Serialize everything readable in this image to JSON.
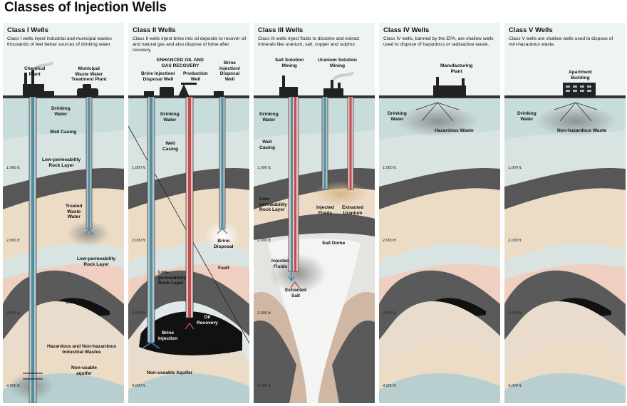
{
  "title": "Classes of Injection Wells",
  "depths": [
    "1,000 ft.",
    "2,000 ft.",
    "3,000 ft.",
    "4,000 ft."
  ],
  "panels": [
    {
      "title": "Class I Wells",
      "desc": "Class I wells inject industrial and municipal wastes thousands of feet below sources of drinking water.",
      "labels": {
        "chemical_plant": "Chemical\nPlant",
        "treatment_plant": "Municipal\nWaste Water\nTreatment Plant",
        "drinking_water": "Drinking\nWater",
        "well_casing": "Well Casing",
        "low_perm": "Low-permeability\nRock Layer",
        "treated_waste": "Treated\nWaste\nWater",
        "low_perm2": "Low-permeability\nRock Layer",
        "oil_deposit": "Oil Deposit",
        "hazardous": "Hazardous and Non-hazardous\nIndustrial Wastes",
        "non_usable": "Non-usable\naquifer"
      }
    },
    {
      "title": "Class II Wells",
      "desc": "Class II wells inject brine into oil deposits to recover oil and natural gas and also dispose of brine after recovery.",
      "labels": {
        "enhanced": "ENHANCED OIL AND\nGAS RECOVERY",
        "brine_inj_disp": "Brine Injection/\nDisposal Well",
        "production": "Production\nWell",
        "brine_inj_disp2": "Brine\nInjection/\nDisposal\nWell",
        "drinking_water": "Drinking\nWater",
        "well_casing": "Well\nCasing",
        "brine_disposal": "Brine\nDisposal",
        "fault": "Fault",
        "low_perm": "Low-\npermeability\nRock Layer",
        "oil_recovery": "Oil\nRecovery",
        "brine_injection": "Brine\nInjection",
        "oil_deposit": "Oil Deposit",
        "non_useable": "Non-useable Aquifer"
      }
    },
    {
      "title": "Class III Wells",
      "desc": "Class III wells inject fluids to dissolve and extract minerals like uranium, salt, copper and sulphur.",
      "labels": {
        "salt_mining": "Salt Solution\nMining",
        "uranium_mining": "Uranium Solution\nMining",
        "drinking_water": "Drinking\nWater",
        "well_casing": "Well\nCasing",
        "injected_fluids_u": "Injected\nFluids",
        "extracted_uranium": "Extracted\nUranium",
        "low_perm": "Low-\npermeability\nRock Layer",
        "salt_dome": "Salt Dome",
        "injected_fluids": "Injected\nFluids",
        "extracted_salt": "Extracted\nSalt"
      }
    },
    {
      "title": "Class IV Wells",
      "desc": "Class IV wells, banned by the EPA, are shallow wells used to dispose of hazardous or radioactive waste.",
      "labels": {
        "plant": "Manufacturing\nPlant",
        "drinking_water": "Drinking\nWater",
        "waste": "Hazardous Waste"
      }
    },
    {
      "title": "Class V Wells",
      "desc": "Class V wells are shallow wells used to dispose of non-hazardous waste.",
      "labels": {
        "building": "Apartment\nBuilding",
        "drinking_water": "Drinking\nWater",
        "waste": "Non-hazardous Waste"
      }
    }
  ]
}
